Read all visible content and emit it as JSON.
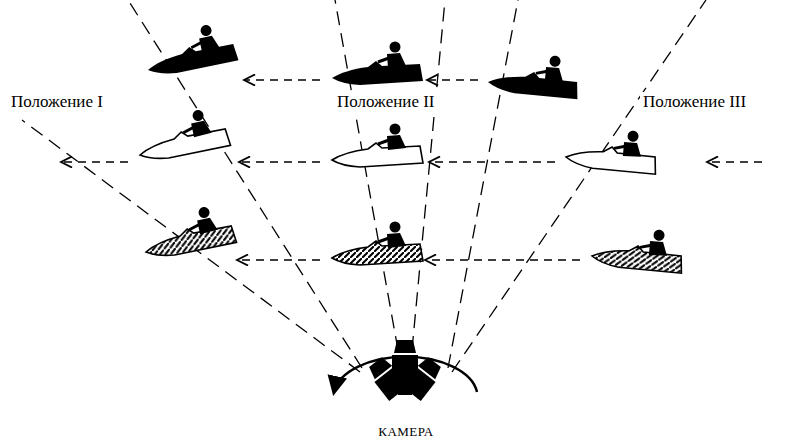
{
  "diagram": {
    "labels": [
      "Положение I",
      "Положение II",
      "Положение III",
      "КАМЕРА"
    ]
  }
}
